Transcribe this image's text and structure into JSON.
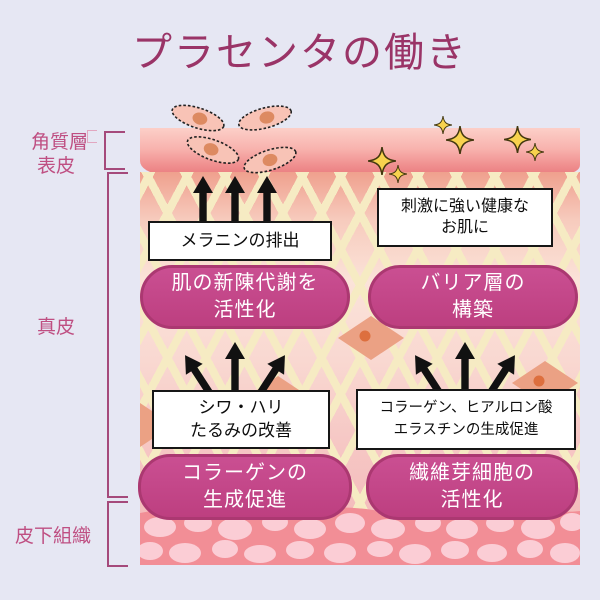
{
  "title": "プラセンタの働き",
  "layer_labels": {
    "stratum_corneum": "角質層",
    "epidermis": "表皮",
    "dermis": "真皮",
    "subcutaneous_tissue": "皮下組織"
  },
  "callouts": {
    "melanin_excretion": "メラニンの排出",
    "healthy_skin": [
      "刺激に強い健康な",
      "お肌に"
    ],
    "wrinkle_improvement": [
      "シワ・ハリ",
      "たるみの改善"
    ],
    "collagen_elastin": [
      "コラーゲン、ヒアルロン酸",
      "エラスチンの生成促進"
    ]
  },
  "effects": {
    "metabolism": [
      "肌の新陳代謝を",
      "活性化"
    ],
    "barrier": [
      "バリア層の",
      "構築"
    ],
    "collagen": [
      "コラーゲンの",
      "生成促進"
    ],
    "fibroblast": [
      "繊維芽細胞の",
      "活性化"
    ]
  },
  "icons": {
    "cell": "cell-icon",
    "sparkle": "sparkle-icon",
    "up_arrows": "up-arrows-icon"
  },
  "colors": {
    "background": "#e6e7f3",
    "title": "#9a3467",
    "layer_label": "#bf4f82",
    "pill_fill": "#c2468a",
    "pill_border": "#ab3871",
    "epidermis_top": "#fccfc8",
    "epidermis_bottom": "#ea7e81",
    "lattice_cream": "#f6ebc3",
    "dermis_cell": "#eba184",
    "subcutis": "#f28e96",
    "pebble": "#fbcdd5",
    "sparkle": "#f8d24e",
    "box_border": "#161616"
  }
}
